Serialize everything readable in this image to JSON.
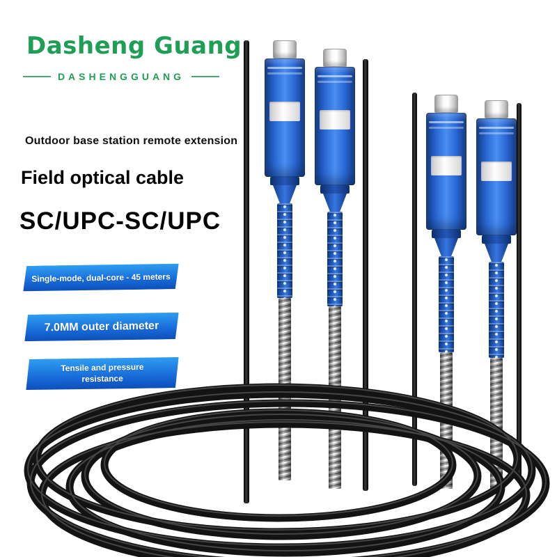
{
  "brand": {
    "name": "Dasheng Guang",
    "tagline": "DASHENGGUANG"
  },
  "headings": {
    "subtitle": "Outdoor base station remote extension",
    "title": "Field optical cable",
    "model": "SC/UPC-SC/UPC"
  },
  "badges": [
    {
      "label": "Single-mode, dual-core - 45 meters"
    },
    {
      "label": "7.0MM outer diameter"
    },
    {
      "label": "Tensile and pressure resistance"
    }
  ],
  "colors": {
    "brand_green": "#1f9e55",
    "badge_blue_light": "#2f9ef2",
    "badge_blue_dark": "#0d4fb8",
    "connector_blue": "#2d6ad4",
    "cable_black": "#141414",
    "armor_gray": "#8f8f8f"
  }
}
